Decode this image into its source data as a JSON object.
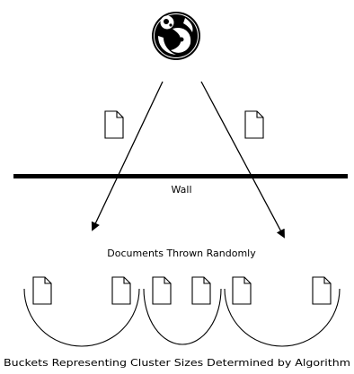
{
  "diagram": {
    "wall_label": "Wall",
    "middle_caption": "Documents Thrown Randomly",
    "bottom_caption": "Buckets Representing Cluster Sizes Determined by Algorithm",
    "logo_icon": "monkey-logo-icon",
    "document_icon": "document-icon",
    "colors": {
      "ink": "#000000",
      "background": "#ffffff"
    }
  }
}
